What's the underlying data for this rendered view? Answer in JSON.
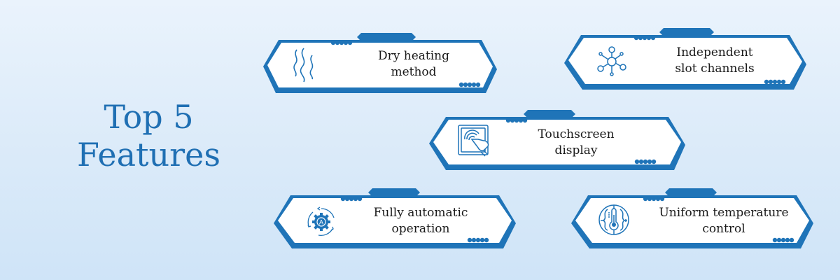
{
  "title": {
    "line1": "Top 5",
    "line2": "Features"
  },
  "colors": {
    "accent": "#1f74b8",
    "title": "#1f6fb3",
    "text": "#1a1a1a",
    "card_fill": "#ffffff"
  },
  "features": [
    {
      "label_line1": "Dry heating",
      "label_line2": "method",
      "icon": "heat-waves-icon"
    },
    {
      "label_line1": "Independent",
      "label_line2": "slot channels",
      "icon": "network-nodes-icon"
    },
    {
      "label_line1": "Touchscreen",
      "label_line2": "display",
      "icon": "touchscreen-hand-icon"
    },
    {
      "label_line1": "Fully automatic",
      "label_line2": "operation",
      "icon": "auto-gear-icon"
    },
    {
      "label_line1": "Uniform temperature",
      "label_line2": "control",
      "icon": "thermometer-icon"
    }
  ]
}
